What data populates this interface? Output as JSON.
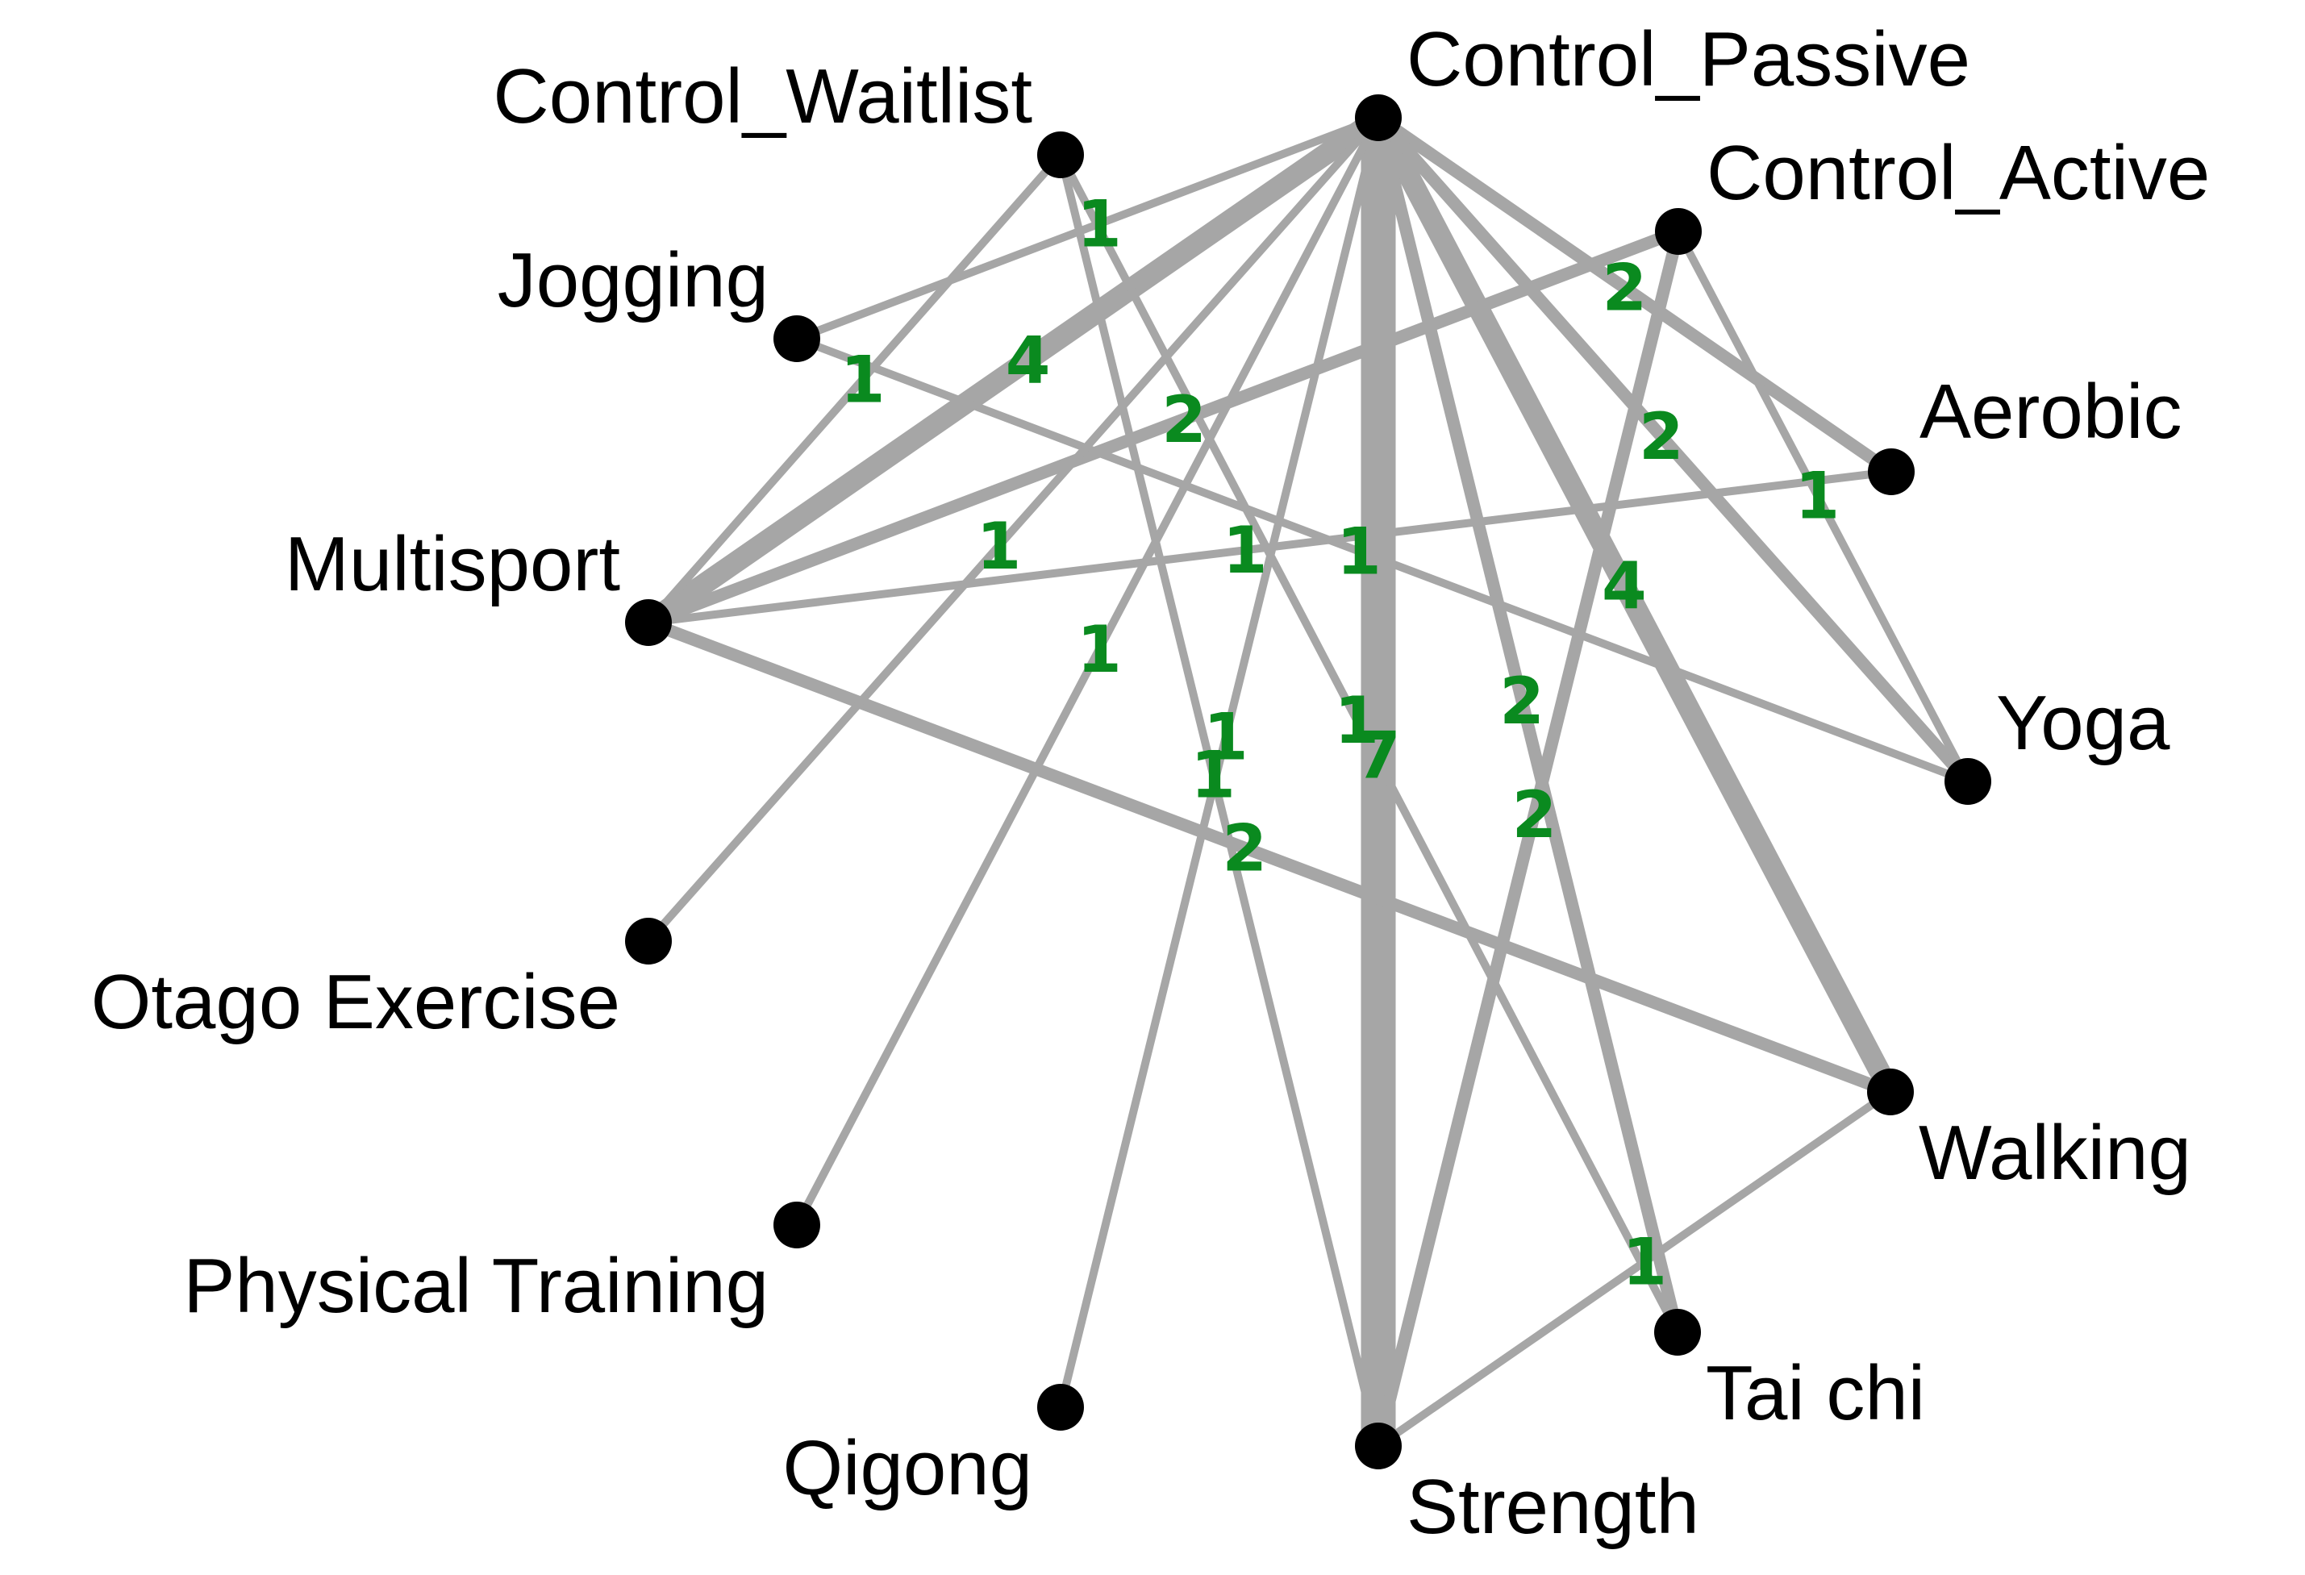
{
  "colors": {
    "edge": "#a6a6a6",
    "node": "#000000",
    "edge_label": "#0a8a1f",
    "background": "#ffffff"
  },
  "nodes": [
    {
      "id": "Control_Passive",
      "label": "Control_Passive"
    },
    {
      "id": "Control_Active",
      "label": "Control_Active"
    },
    {
      "id": "Aerobic",
      "label": "Aerobic"
    },
    {
      "id": "Yoga",
      "label": "Yoga"
    },
    {
      "id": "Walking",
      "label": "Walking"
    },
    {
      "id": "Tai chi",
      "label": "Tai chi"
    },
    {
      "id": "Strength",
      "label": "Strength"
    },
    {
      "id": "Qigong",
      "label": "Qigong"
    },
    {
      "id": "Physical Training",
      "label": "Physical Training"
    },
    {
      "id": "Otago Exercise",
      "label": "Otago Exercise"
    },
    {
      "id": "Multisport",
      "label": "Multisport"
    },
    {
      "id": "Jogging",
      "label": "Jogging"
    },
    {
      "id": "Control_Waitlist",
      "label": "Control_Waitlist"
    }
  ],
  "edges": [
    {
      "source": "Control_Passive",
      "target": "Strength",
      "count": 7,
      "label": "7"
    },
    {
      "source": "Control_Passive",
      "target": "Walking",
      "count": 4,
      "label": "4"
    },
    {
      "source": "Control_Passive",
      "target": "Multisport",
      "count": 4,
      "label": "4"
    },
    {
      "source": "Control_Passive",
      "target": "Aerobic",
      "count": 2,
      "label": "2"
    },
    {
      "source": "Control_Passive",
      "target": "Yoga",
      "count": 2,
      "label": "2"
    },
    {
      "source": "Control_Passive",
      "target": "Tai chi",
      "count": 2,
      "label": "2"
    },
    {
      "source": "Control_Passive",
      "target": "Jogging",
      "count": 1,
      "label": "1"
    },
    {
      "source": "Control_Passive",
      "target": "Physical Training",
      "count": 1,
      "label": "1"
    },
    {
      "source": "Control_Passive",
      "target": "Qigong",
      "count": 1,
      "label": "1"
    },
    {
      "source": "Control_Active",
      "target": "Multisport",
      "count": 2,
      "label": "2"
    },
    {
      "source": "Control_Active",
      "target": "Strength",
      "count": 2,
      "label": "2"
    },
    {
      "source": "Control_Active",
      "target": "Yoga",
      "count": 1,
      "label": "1"
    },
    {
      "source": "Control_Waitlist",
      "target": "Multisport",
      "count": 1,
      "label": "1"
    },
    {
      "source": "Control_Waitlist",
      "target": "Strength",
      "count": 1,
      "label": "1"
    },
    {
      "source": "Control_Waitlist",
      "target": "Tai chi",
      "count": 1,
      "label": "1"
    },
    {
      "source": "Jogging",
      "target": "Yoga",
      "count": 1,
      "label": "1"
    },
    {
      "source": "Multisport",
      "target": "Aerobic",
      "count": 1,
      "label": "1"
    },
    {
      "source": "Multisport",
      "target": "Walking",
      "count": 2,
      "label": "2"
    },
    {
      "source": "Otago Exercise",
      "target": "Control_Passive",
      "count": 1,
      "label": "1"
    },
    {
      "source": "Walking",
      "target": "Strength",
      "count": 1,
      "label": "1"
    }
  ]
}
